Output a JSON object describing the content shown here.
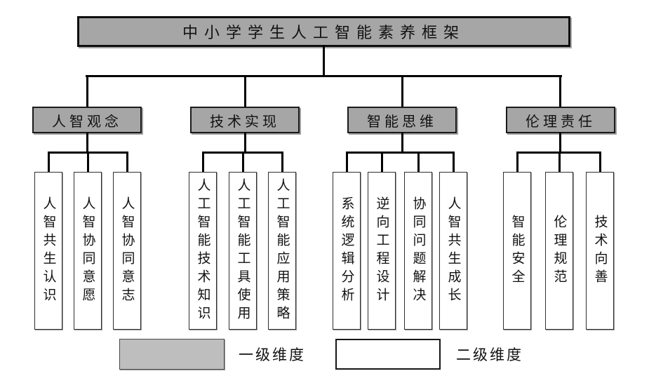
{
  "diagram": {
    "title": "中小学学生人工智能素养框架",
    "groups": [
      {
        "label": "人智观念",
        "children": [
          "人智共生认识",
          "人智协同意愿",
          "人智协同意志"
        ]
      },
      {
        "label": "技术实现",
        "children": [
          "人工智能技术知识",
          "人工智能工具使用",
          "人工智能应用策略"
        ]
      },
      {
        "label": "智能思维",
        "children": [
          "系统逻辑分析",
          "逆向工程设计",
          "协同问题解决",
          "人智共生成长"
        ]
      },
      {
        "label": "伦理责任",
        "children": [
          "智能安全",
          "伦理规范",
          "技术向善"
        ]
      }
    ],
    "legend": [
      {
        "swatch": "gray",
        "label": "一级维度"
      },
      {
        "swatch": "white",
        "label": "二级维度"
      }
    ],
    "colors": {
      "level1_fill": "#a6a6a6",
      "level2_fill": "#ffffff",
      "legend_gray_fill": "#bebebe",
      "line": "#000000"
    }
  }
}
